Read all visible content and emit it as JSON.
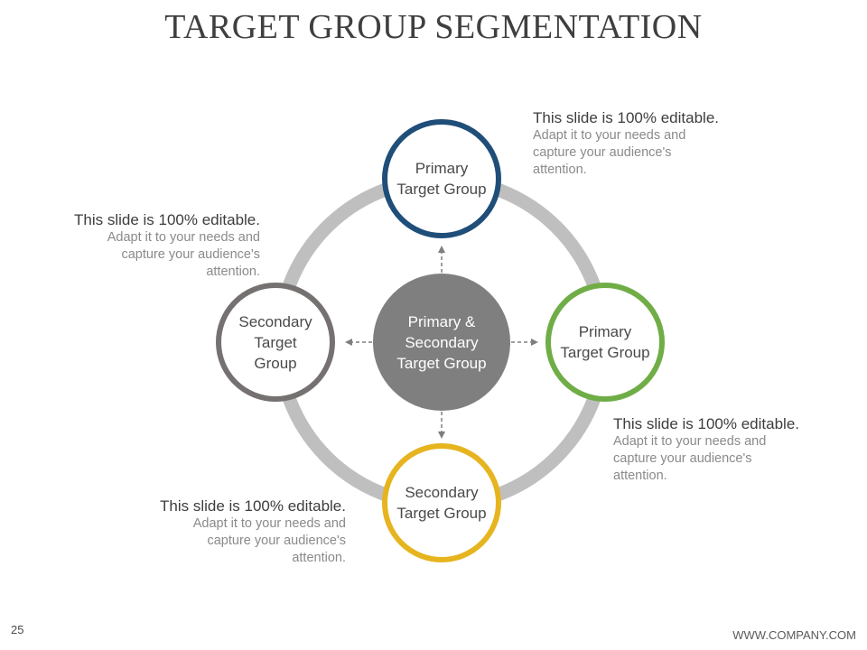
{
  "slide": {
    "title": "TARGET GROUP SEGMENTATION",
    "page_number": "25",
    "footer_url": "WWW.COMPANY.COM"
  },
  "diagram": {
    "center": {
      "label": "Primary &\nSecondary\nTarget Group",
      "color": "#7f7f7f"
    },
    "ring_color": "#bfbfbf",
    "nodes": {
      "top": {
        "label": "Primary\nTarget Group",
        "color": "#1f4e79"
      },
      "right": {
        "label": "Primary\nTarget Group",
        "color": "#70ad47"
      },
      "bottom": {
        "label": "Secondary\nTarget Group",
        "color": "#e6b41e"
      },
      "left": {
        "label": "Secondary\nTarget\nGroup",
        "color": "#767171"
      }
    }
  },
  "notes": [
    {
      "heading": "This slide is 100% editable.",
      "body": "Adapt it to your needs and capture your audience's attention."
    },
    {
      "heading": "This slide is 100% editable.",
      "body": "Adapt it to your needs and capture your audience's attention."
    },
    {
      "heading": "This slide is 100% editable.",
      "body": "Adapt it to your needs and capture your audience's attention."
    },
    {
      "heading": "This slide is 100% editable.",
      "body": "Adapt it to your needs and capture your audience's attention."
    }
  ]
}
